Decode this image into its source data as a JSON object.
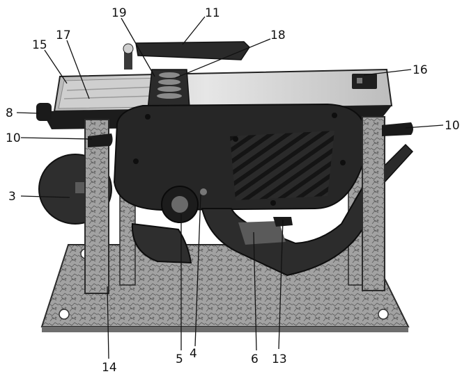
{
  "callouts": [
    {
      "id": "19",
      "label": "19"
    },
    {
      "id": "11",
      "label": "11"
    },
    {
      "id": "15",
      "label": "15"
    },
    {
      "id": "17",
      "label": "17"
    },
    {
      "id": "18",
      "label": "18"
    },
    {
      "id": "16",
      "label": "16"
    },
    {
      "id": "8",
      "label": "8"
    },
    {
      "id": "10-left",
      "label": "10"
    },
    {
      "id": "10-right",
      "label": "10"
    },
    {
      "id": "3",
      "label": "3"
    },
    {
      "id": "14",
      "label": "14"
    },
    {
      "id": "5",
      "label": "5"
    },
    {
      "id": "4",
      "label": "4"
    },
    {
      "id": "6",
      "label": "6"
    },
    {
      "id": "13",
      "label": "13"
    }
  ],
  "colors": {
    "background": "#ffffff",
    "ink": "#111111",
    "body_dark": "#262626",
    "metal_plate": "#d2d2d2",
    "hammertone": "#9a9a9a"
  }
}
